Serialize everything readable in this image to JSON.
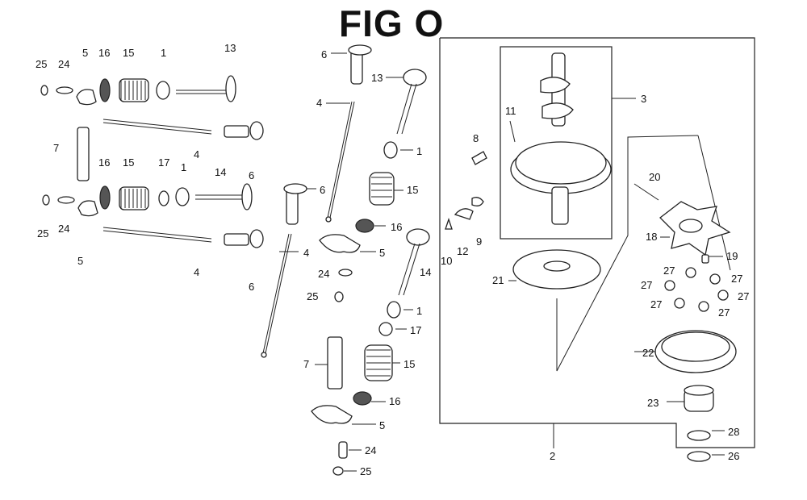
{
  "title": "FIG O",
  "labels": {
    "l25a": "25",
    "l24a": "24",
    "l5a": "5",
    "l16a": "16",
    "l15a": "15",
    "l1a": "1",
    "l13a": "13",
    "l7a": "7",
    "l4a": "4",
    "l6a": "6",
    "l16b": "16",
    "l15b": "15",
    "l17a": "17",
    "l1b": "1",
    "l14a": "14",
    "l25b": "25",
    "l24b": "24",
    "l5b": "5",
    "l4b": "4",
    "l6b": "6",
    "l6c": "6",
    "l4c": "4",
    "l13b": "13",
    "l1c": "1",
    "l6d": "6",
    "l15c": "15",
    "l16c": "16",
    "l4d": "4",
    "l5c": "5",
    "l24c": "24",
    "l25c": "25",
    "l14b": "14",
    "l1d": "1",
    "l17b": "17",
    "l7b": "7",
    "l15d": "15",
    "l16d": "16",
    "l5d": "5",
    "l24d": "24",
    "l25d": "25",
    "l8": "8",
    "l11": "11",
    "l3": "3",
    "l10": "10",
    "l12": "12",
    "l9": "9",
    "l21": "21",
    "l20": "20",
    "l18": "18",
    "l19": "19",
    "l27a": "27",
    "l27b": "27",
    "l27c": "27",
    "l27d": "27",
    "l27e": "27",
    "l27f": "27",
    "l22": "22",
    "l23": "23",
    "l28": "28",
    "l26": "26",
    "l2": "2"
  }
}
